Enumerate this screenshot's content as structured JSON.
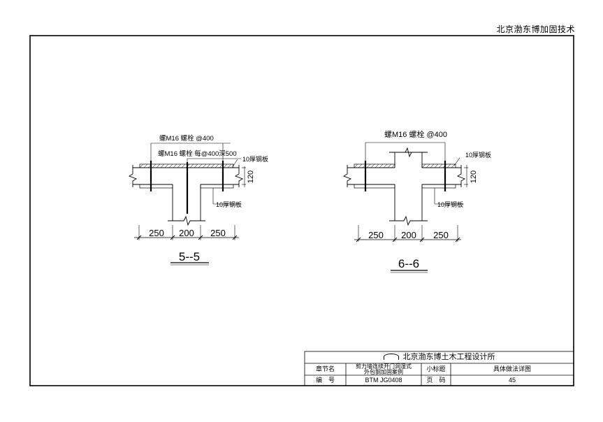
{
  "header": {
    "company": "北京渤东博加固技术"
  },
  "detail_5": {
    "anchor_label_top": "螺M16 螺栓 @400",
    "anchor_label_2": "螺M16 螺栓 每@400深500",
    "plate_label_right": "10厚钢板",
    "plate_label_bottom": "10厚钢板",
    "dim_height": "120",
    "dims": [
      "250",
      "200",
      "250"
    ],
    "section_title": "5--5"
  },
  "detail_6": {
    "anchor_label_top": "螺M16 螺栓 @400",
    "plate_label_right": "10厚钢板",
    "plate_label_bottom": "10厚钢板",
    "dim_height": "120",
    "dims": [
      "250",
      "200",
      "250"
    ],
    "section_title": "6--6"
  },
  "title_block": {
    "firm": "北京渤东博土木工程设计所",
    "section_name_label": "章节名",
    "section_name_value_line1": "剪力墙连续开门洞湿式",
    "section_name_value_line2": "外包钢加固案例",
    "subtitle_label": "小标题",
    "subtitle_value": "具体做法详图",
    "number_label": "编　号",
    "number_value": "BTM JG0408",
    "page_label": "页　码",
    "page_value": "45"
  }
}
